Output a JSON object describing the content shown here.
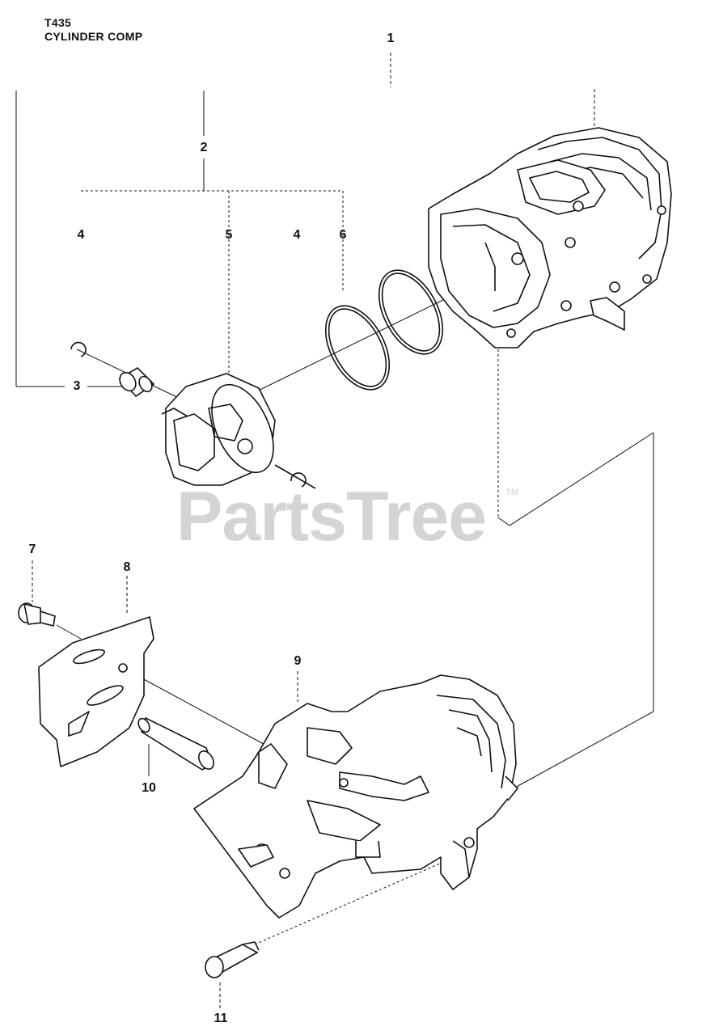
{
  "header": {
    "model": "T435",
    "title": "CYLINDER COMP"
  },
  "watermark": {
    "text": "PartsTree",
    "trademark": "TM"
  },
  "callouts": [
    "1",
    "2",
    "3",
    "4",
    "5",
    "4",
    "6",
    "7",
    "8",
    "9",
    "10",
    "11"
  ],
  "colors": {
    "line": "#111111",
    "watermark": "#d4d4d4"
  }
}
